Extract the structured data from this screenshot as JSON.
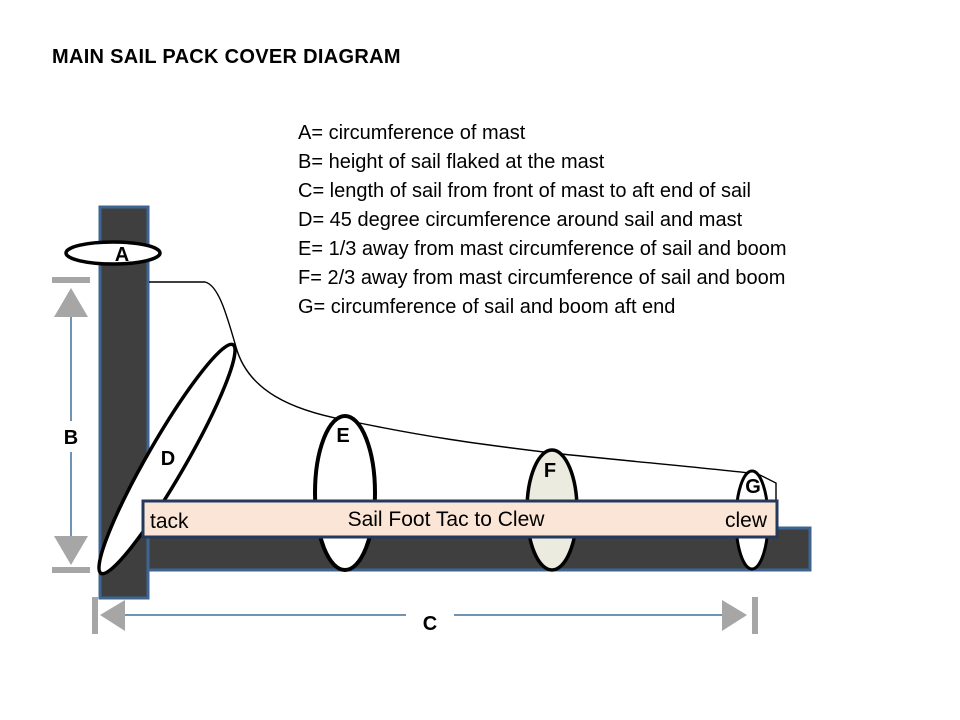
{
  "title": "MAIN SAIL PACK COVER DIAGRAM",
  "legend": {
    "items": [
      "A= circumference of mast",
      "B= height of sail flaked at the mast",
      "C= length of sail from front of mast to aft end of sail",
      "D= 45 degree circumference around sail and mast",
      "E= 1/3 away from mast circumference of sail  and boom",
      "F= 2/3 away from mast circumference of sail  and boom",
      "G= circumference of sail and boom aft end"
    ]
  },
  "diagram": {
    "measure_labels": {
      "A": "A",
      "B": "B",
      "C": "C",
      "D": "D",
      "E": "E",
      "F": "F",
      "G": "G"
    },
    "foot_strip": {
      "tack": "tack",
      "center": "Sail Foot Tac to Clew",
      "clew": "clew"
    }
  },
  "colors": {
    "background": "#ffffff",
    "spar_fill": "#3f3f3f",
    "spar_border": "#3e6492",
    "strip_fill": "#fbe5d6",
    "strip_border": "#24395b",
    "measure_gray": "#a6a6a6",
    "measure_line_blue": "#41719c",
    "ellipse_outline": "#000000",
    "ellipse_f_fill": "#ebebdf"
  }
}
